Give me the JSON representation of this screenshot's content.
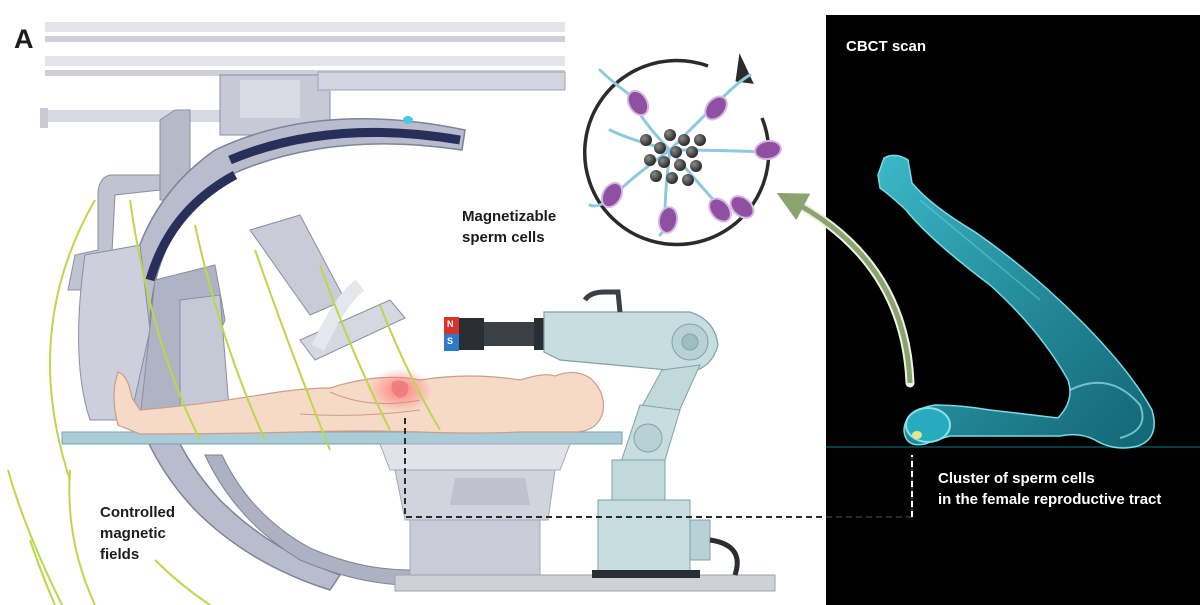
{
  "panel_label": "A",
  "labels": {
    "cbct_scan": "CBCT scan",
    "magnetizable_sperm": [
      "Magnetizable",
      "sperm cells"
    ],
    "controlled_fields": [
      "Controlled",
      "magnetic",
      "fields"
    ],
    "cluster_label": [
      "Cluster of sperm cells",
      "in  the female reproductive tract"
    ],
    "magnet_north": "N",
    "magnet_south": "S"
  },
  "colors": {
    "cbct_background": "#000000",
    "uterus_cyan": "#2fc4d8",
    "field_lines": "#b9d84a",
    "sperm_head": "#8f4fa3",
    "sperm_tail": "#8fc9dd",
    "nanoparticle": "#3d3d3d",
    "robot_arm": "#c7dde0",
    "magnet_red": "#d6332b",
    "magnet_blue": "#2f79c9",
    "c_arm": "#b8bbcc",
    "arrow": "#8aa36f"
  }
}
